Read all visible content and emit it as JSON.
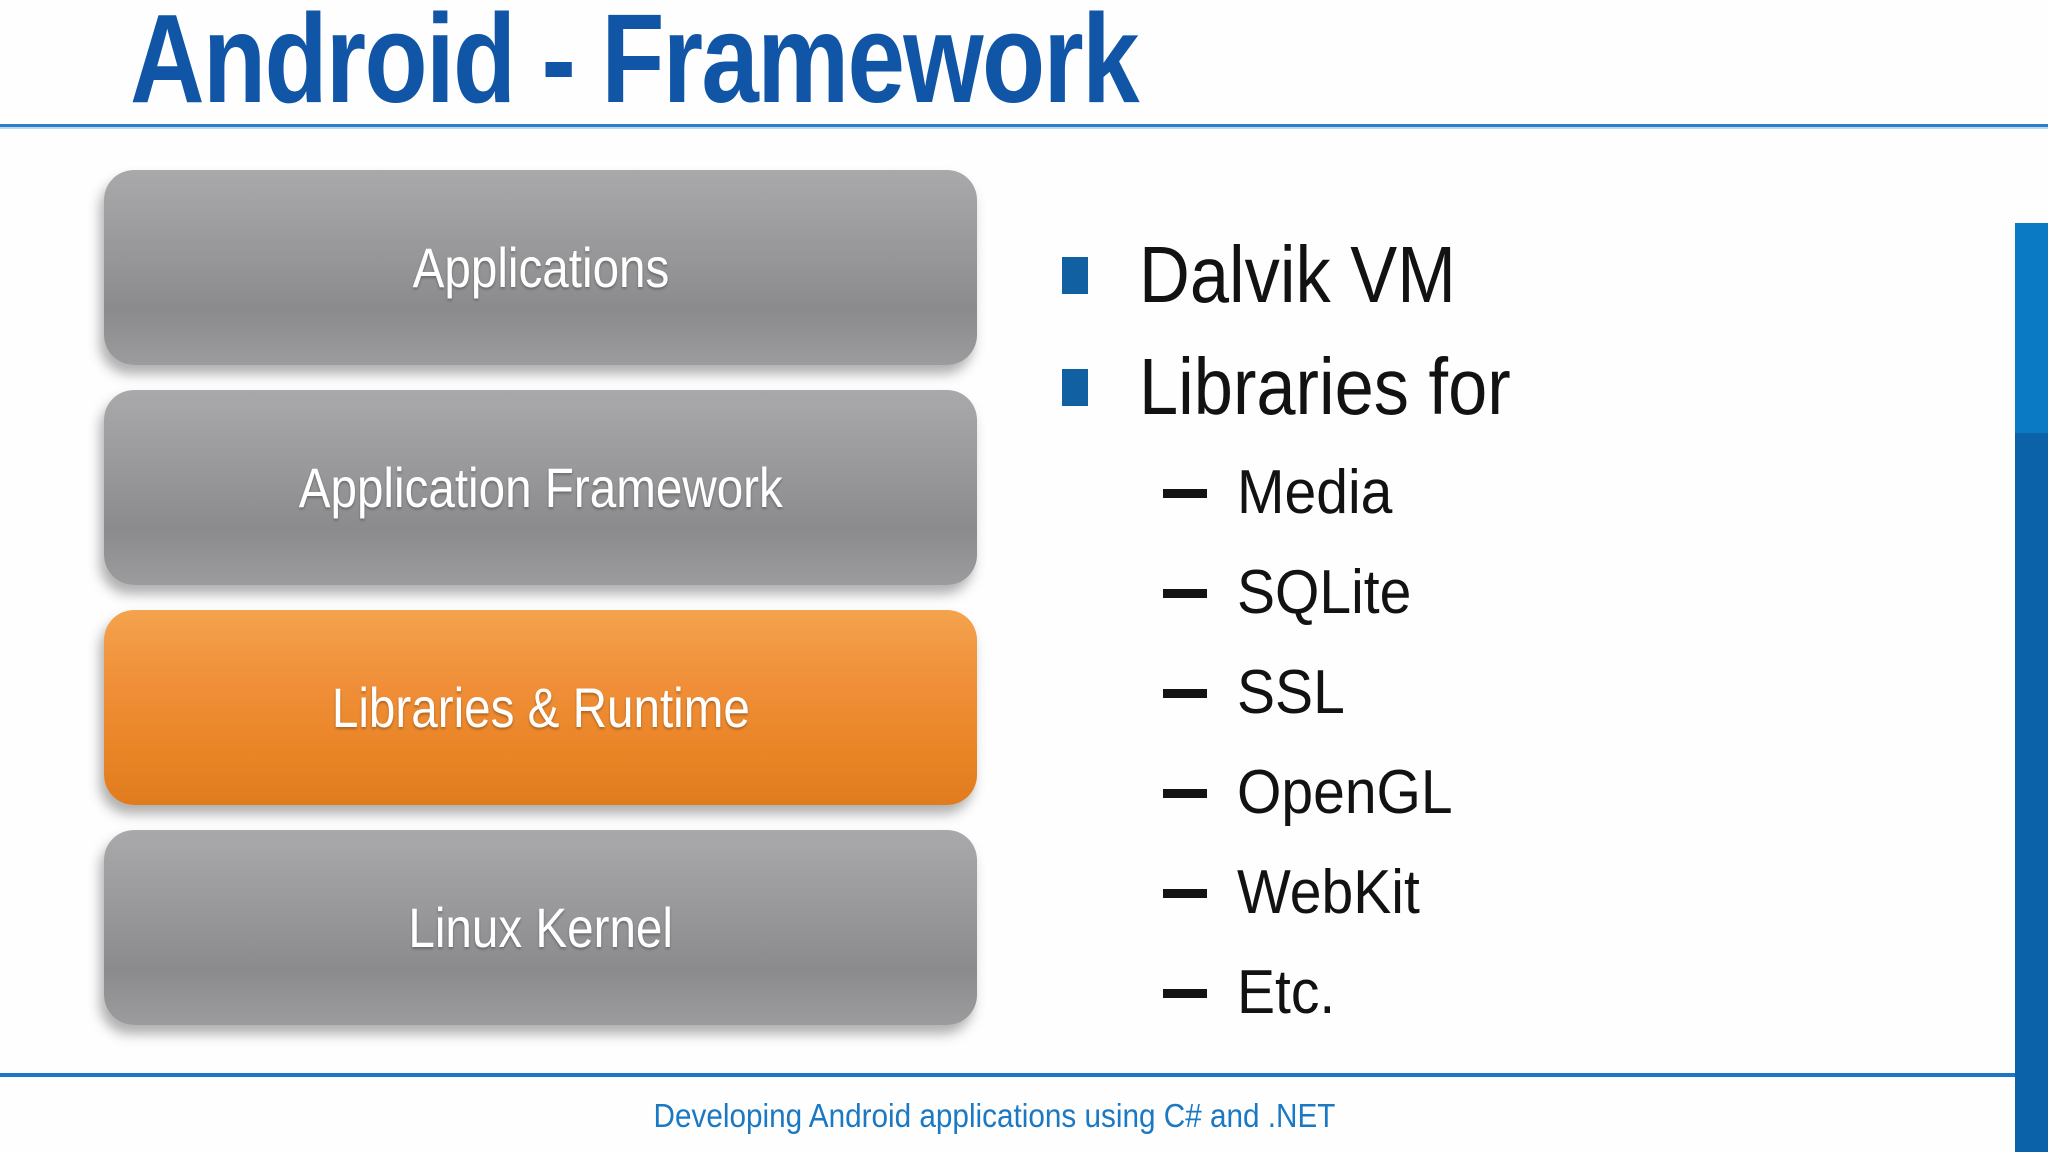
{
  "slide": {
    "title": "Android - Framework",
    "footer_text": "Developing Android applications using C# and .NET"
  },
  "stack": {
    "boxes": [
      {
        "label": "Applications",
        "style": "gray"
      },
      {
        "label": "Application Framework",
        "style": "gray"
      },
      {
        "label": "Libraries & Runtime",
        "style": "orange"
      },
      {
        "label": "Linux Kernel",
        "style": "gray"
      }
    ]
  },
  "bullets": {
    "level1": [
      {
        "label": "Dalvik VM"
      },
      {
        "label": "Libraries for"
      }
    ],
    "level2": [
      {
        "label": "Media"
      },
      {
        "label": "SQLite"
      },
      {
        "label": "SSL"
      },
      {
        "label": "OpenGL"
      },
      {
        "label": "WebKit"
      },
      {
        "label": "Etc."
      }
    ]
  },
  "colors": {
    "title_blue": "#1156a6",
    "rule_blue": "#1b76c6",
    "bullet_square_blue": "#1160a2",
    "footer_blue": "#1b78c2",
    "orange_box": "#ee8b31",
    "gray_box": "#98989a",
    "side_bar_top": "#0a7ac4",
    "side_bar_bottom": "#0c62a8"
  }
}
